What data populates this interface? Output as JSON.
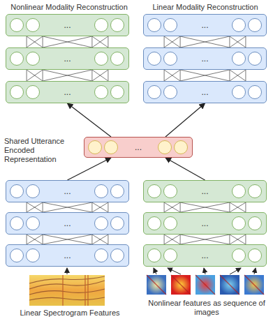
{
  "diagram": {
    "nodes": [
      {
        "text": [
          "..."
        ]
      },
      {
        "text": [
          "..."
        ]
      },
      {
        "text": [
          "..."
        ]
      },
      {
        "text": [
          "..."
        ]
      },
      {
        "text": [
          "..."
        ]
      },
      {
        "text": [
          "..."
        ]
      },
      {
        "text": [
          "..."
        ]
      },
      {
        "text": [
          "..."
        ]
      },
      {
        "text": [
          "..."
        ]
      },
      {
        "text": [
          "..."
        ]
      },
      {
        "text": [
          "..."
        ]
      },
      {
        "text": [
          "..."
        ]
      },
      {
        "text": [
          "..."
        ]
      }
    ],
    "edges": [
      {
        "from": 0,
        "to": 1,
        "arrow": "none"
      },
      {
        "from": 1,
        "to": 2,
        "arrow": "none"
      },
      {
        "from": 3,
        "to": 4,
        "arrow": "none"
      },
      {
        "from": 4,
        "to": 5,
        "arrow": "none"
      },
      {
        "from": 7,
        "to": 8,
        "arrow": "none"
      },
      {
        "from": 8,
        "to": 9,
        "arrow": "none"
      },
      {
        "from": 10,
        "to": 11,
        "arrow": "none"
      },
      {
        "from": 11,
        "to": 12,
        "arrow": "none"
      },
      {
        "from": 7,
        "to": 6,
        "arrow": "to"
      },
      {
        "from": 10,
        "to": 6,
        "arrow": "to"
      },
      {
        "from": 6,
        "to": 2,
        "arrow": "to"
      },
      {
        "from": 6,
        "to": 5,
        "arrow": "to"
      }
    ],
    "labels": [
      "Nonlinear Modality Reconstruction",
      "Linear Modality Reconstruction",
      "Shared Utterance Encoded Representation",
      "Linear Spectrogram Features",
      "Nonlinear features as sequence of images"
    ]
  }
}
